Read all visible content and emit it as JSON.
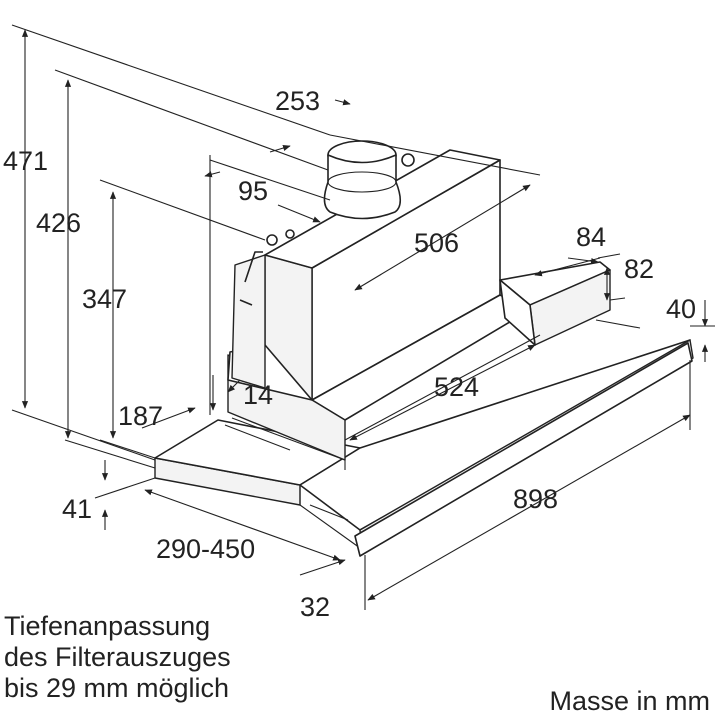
{
  "dimensions": {
    "d471": "471",
    "d426": "426",
    "d347": "347",
    "d253": "253",
    "d95": "95",
    "d506": "506",
    "d84": "84",
    "d82": "82",
    "d40": "40",
    "d524": "524",
    "d14": "14",
    "d187": "187",
    "d898": "898",
    "d41": "41",
    "d290_450": "290-450",
    "d32": "32"
  },
  "note": {
    "line1": "Tiefenanpassung",
    "line2": "des Filterauszuges",
    "line3": "bis 29 mm möglich"
  },
  "units": "Masse in mm"
}
